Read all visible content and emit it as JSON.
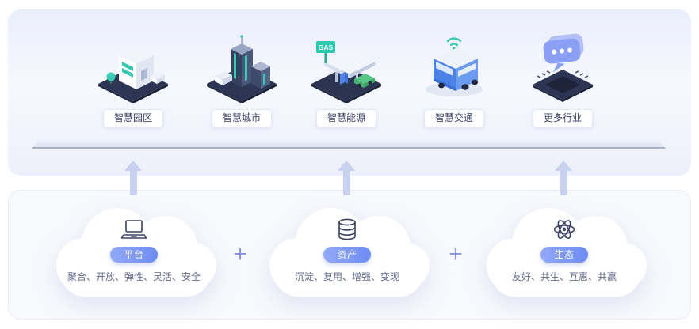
{
  "industries": {
    "items": [
      {
        "label": "智慧园区",
        "icon": "smart-park-icon"
      },
      {
        "label": "智慧城市",
        "icon": "smart-city-icon"
      },
      {
        "label": "智慧能源",
        "icon": "smart-energy-icon"
      },
      {
        "label": "智慧交通",
        "icon": "smart-transport-icon"
      },
      {
        "label": "更多行业",
        "icon": "more-industries-icon"
      }
    ],
    "gas_sign_text": "GAS"
  },
  "capabilities": {
    "plus_sign": "+",
    "items": [
      {
        "badge": "平台",
        "desc": "聚合、开放、弹性、灵活、安全",
        "icon": "laptop-icon"
      },
      {
        "badge": "资产",
        "desc": "沉淀、复用、增强、变现",
        "icon": "database-icon"
      },
      {
        "badge": "生态",
        "desc": "友好、共生、互惠、共赢",
        "icon": "ecosystem-atom-icon"
      }
    ]
  },
  "colors": {
    "teal_accent": "#36C9B0",
    "blue_accent": "#4C82E6",
    "periwinkle": "#8BA0F4",
    "navy_base": "#2C3654",
    "pill_gradient_start": "#93A9F8",
    "pill_gradient_end": "#6D8CF3",
    "arrow": "#C9D1F1",
    "panel_top_bg": "#EAEEFA",
    "panel_bottom_bg": "#F8F9FD"
  }
}
